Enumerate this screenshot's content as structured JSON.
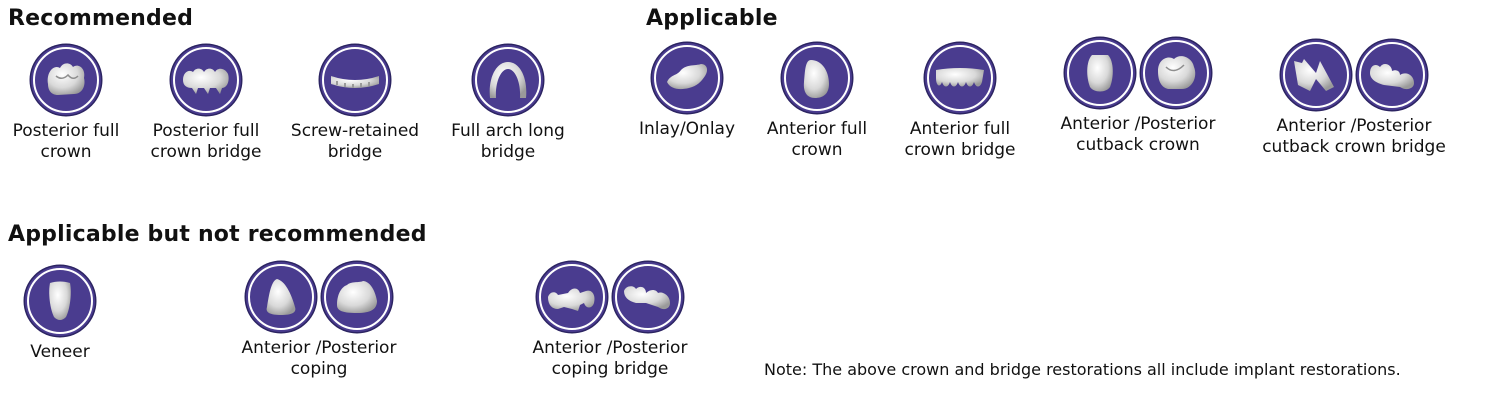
{
  "sections": {
    "recommended": "Recommended",
    "applicable": "Applicable",
    "applicable_not_recommended": "Applicable but not recommended"
  },
  "items": {
    "posterior_full_crown": {
      "line1": "Posterior full",
      "line2": "crown",
      "icons": [
        "posterior-crown-icon"
      ]
    },
    "posterior_full_crown_bridge": {
      "line1": "Posterior full",
      "line2": "crown bridge",
      "icons": [
        "posterior-bridge-icon"
      ]
    },
    "screw_retained_bridge": {
      "line1": "Screw-retained",
      "line2": "bridge",
      "icons": [
        "screw-retained-bridge-icon"
      ]
    },
    "full_arch_long_bridge": {
      "line1": "Full arch long",
      "line2": "bridge",
      "icons": [
        "full-arch-icon"
      ]
    },
    "inlay_onlay": {
      "line1": "Inlay/Onlay",
      "line2": "",
      "icons": [
        "inlay-onlay-icon"
      ]
    },
    "anterior_full_crown": {
      "line1": "Anterior full",
      "line2": "crown",
      "icons": [
        "anterior-crown-icon"
      ]
    },
    "anterior_full_crown_bridge": {
      "line1": "Anterior full",
      "line2": "crown bridge",
      "icons": [
        "anterior-bridge-icon"
      ]
    },
    "cutback_crown": {
      "line1": "Anterior /Posterior",
      "line2": "cutback crown",
      "icons": [
        "anterior-cutback-icon",
        "posterior-cutback-icon"
      ]
    },
    "cutback_crown_bridge": {
      "line1": "Anterior /Posterior",
      "line2": "cutback crown bridge",
      "icons": [
        "anterior-cutback-bridge-icon",
        "posterior-cutback-bridge-icon"
      ]
    },
    "veneer": {
      "line1": "Veneer",
      "line2": "",
      "icons": [
        "veneer-icon"
      ]
    },
    "coping": {
      "line1": "Anterior /Posterior",
      "line2": "coping",
      "icons": [
        "anterior-coping-icon",
        "posterior-coping-icon"
      ]
    },
    "coping_bridge": {
      "line1": "Anterior /Posterior",
      "line2": "coping  bridge",
      "icons": [
        "anterior-coping-bridge-icon",
        "posterior-coping-bridge-icon"
      ]
    }
  },
  "note": "Note: The above crown and bridge restorations all include implant restorations.",
  "colors": {
    "badge_fill": "#4a3c8f",
    "badge_ring": "#ffffff",
    "tooth": "#dcdcdc"
  }
}
